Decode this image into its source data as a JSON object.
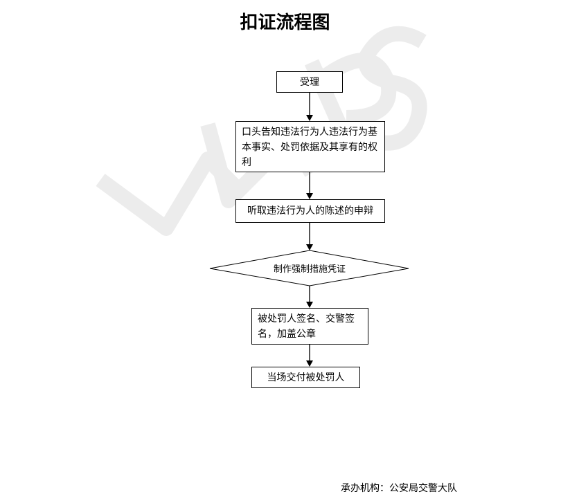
{
  "title": "扣证流程图",
  "watermark": "WPS",
  "steps": [
    "受理",
    "口头告知违法行为人违法行为基本事实、处罚依据及其享有的权利",
    "听取违法行为人的陈述的申辩",
    "制作强制措施凭证",
    "被处罚人签名、交警签名，加盖公章",
    "当场交付被处罚人"
  ],
  "footer": "承办机构：公安局交警大队"
}
